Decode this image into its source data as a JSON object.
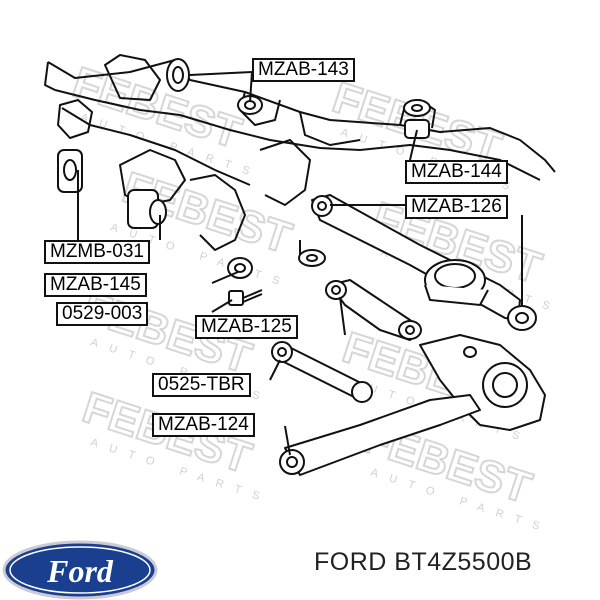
{
  "diagram": {
    "watermark_text": "FEBEST",
    "watermark_subtext": "AUTO PARTS",
    "labels": [
      {
        "id": "mzab-143",
        "text": "MZAB-143"
      },
      {
        "id": "mzab-144",
        "text": "MZAB-144"
      },
      {
        "id": "mzab-126",
        "text": "MZAB-126"
      },
      {
        "id": "mzmb-031",
        "text": "MZMB-031"
      },
      {
        "id": "mzab-145",
        "text": "MZAB-145"
      },
      {
        "id": "0529-003",
        "text": "0529-003"
      },
      {
        "id": "mzab-125",
        "text": "MZAB-125"
      },
      {
        "id": "0525-tbr",
        "text": "0525-TBR"
      },
      {
        "id": "mzab-124",
        "text": "MZAB-124"
      }
    ]
  },
  "footer": {
    "logo_text": "Ford",
    "part_text": "FORD BT4Z5500B"
  },
  "colors": {
    "line": "#111111",
    "watermark": "#d8d8d8",
    "logo_blue": "#1b3f8f"
  }
}
